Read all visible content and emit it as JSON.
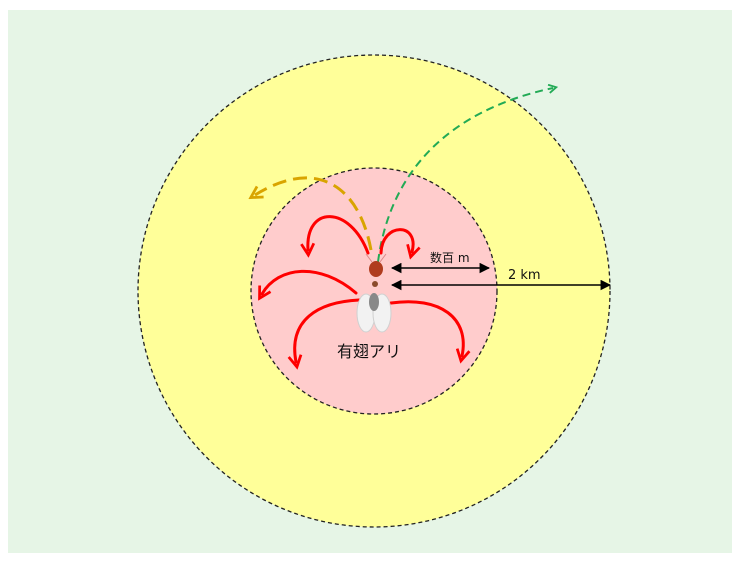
{
  "diagram": {
    "labels": {
      "inner_distance": "数百 m",
      "outer_distance": "2 km",
      "ant_label": "有翅アリ"
    },
    "colors": {
      "background": "#e6f5e6",
      "outer_zone_fill": "#ffff99",
      "inner_zone_fill": "#ffcccc",
      "zone_border": "#222222",
      "short_flight_arrows": "#ff0000",
      "mid_flight_arrow": "#d9a400",
      "long_flight_arrow": "#22aa55",
      "distance_arrows": "#000000"
    }
  }
}
